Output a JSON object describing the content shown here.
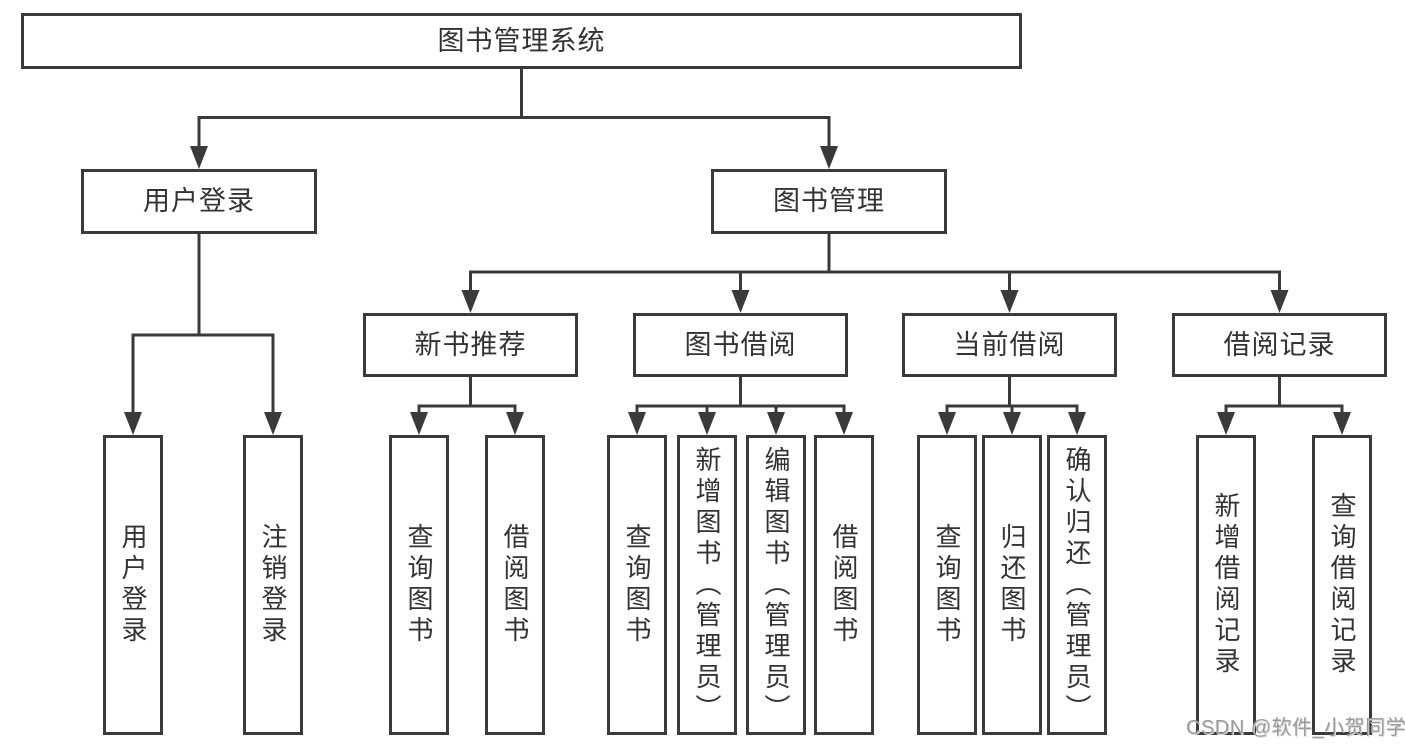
{
  "tree": {
    "root": "图书管理系统",
    "children": [
      {
        "label": "用户登录",
        "children": [
          "用户登录",
          "注销登录"
        ]
      },
      {
        "label": "图书管理",
        "children": [
          {
            "label": "新书推荐",
            "children": [
              "查询图书",
              "借阅图书"
            ]
          },
          {
            "label": "图书借阅",
            "children": [
              "查询图书",
              "新增图书（管理员）",
              "编辑图书（管理员）",
              "借阅图书"
            ]
          },
          {
            "label": "当前借阅",
            "children": [
              "查询图书",
              "归还图书",
              "确认归还（管理员）"
            ]
          },
          {
            "label": "借阅记录",
            "children": [
              "新增借阅记录",
              "查询借阅记录"
            ]
          }
        ]
      }
    ]
  },
  "watermark": {
    "text": "CSDN @软件_小贺同学"
  },
  "colors": {
    "line": "#3a3a3a",
    "text": "#333333",
    "watermark": "#9b9b9b",
    "background": "#ffffff"
  }
}
